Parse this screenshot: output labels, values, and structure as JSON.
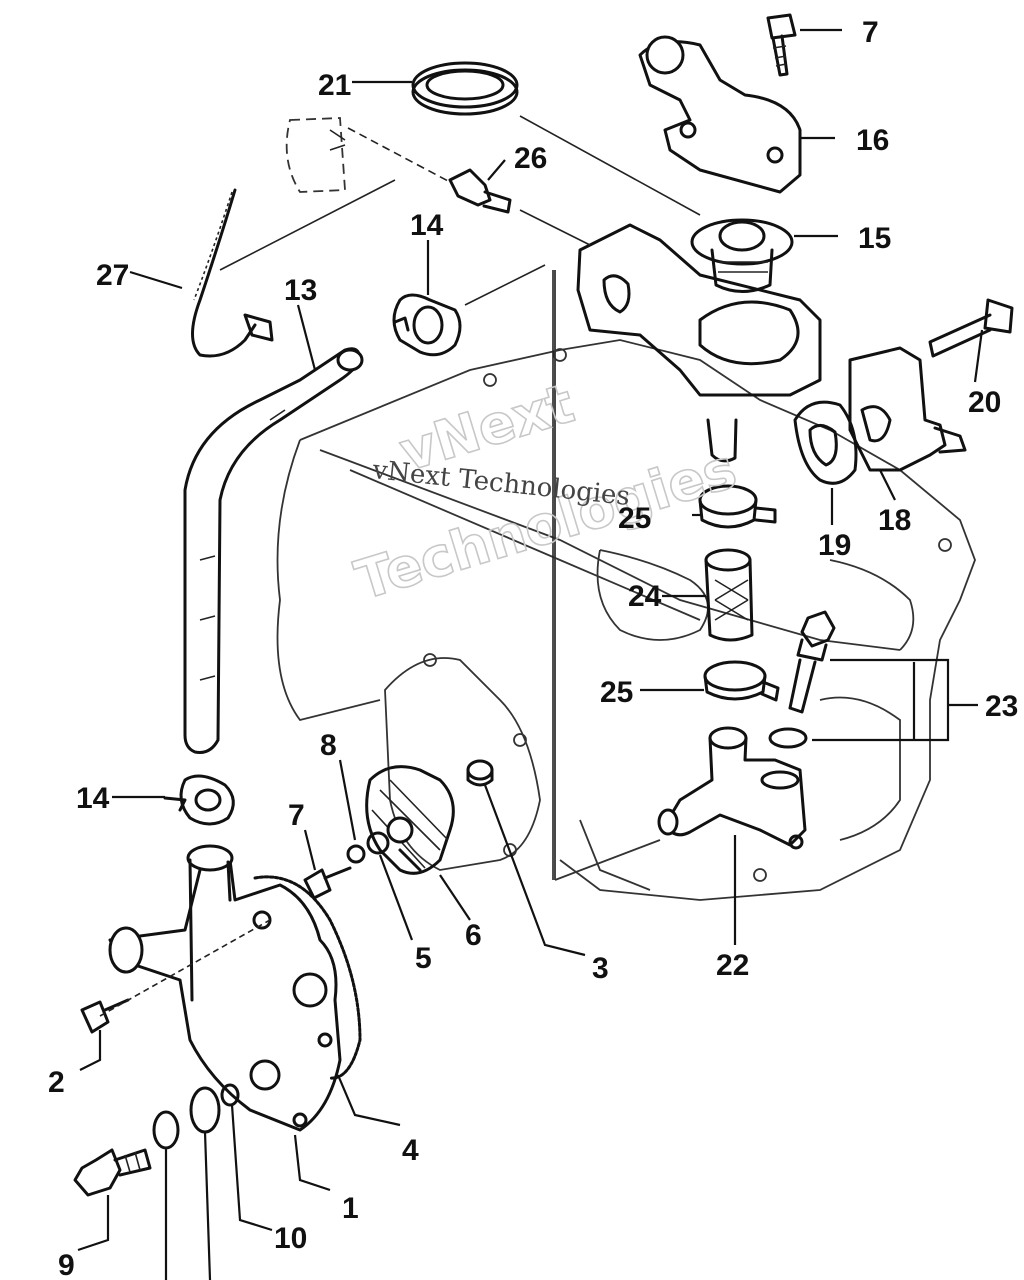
{
  "watermark": {
    "line1": "vNext",
    "line2": "Technologies",
    "small": "vNext Technologies"
  },
  "callouts": {
    "c1": "1",
    "c2": "2",
    "c3": "3",
    "c4": "4",
    "c5": "5",
    "c6": "6",
    "c7a": "7",
    "c7b": "7",
    "c8": "8",
    "c9": "9",
    "c10": "10",
    "c13": "13",
    "c14a": "14",
    "c14b": "14",
    "c15": "15",
    "c16": "16",
    "c18": "18",
    "c19": "19",
    "c20": "20",
    "c21": "21",
    "c22": "22",
    "c23": "23",
    "c24": "24",
    "c25a": "25",
    "c25b": "25",
    "c26": "26",
    "c27": "27"
  }
}
